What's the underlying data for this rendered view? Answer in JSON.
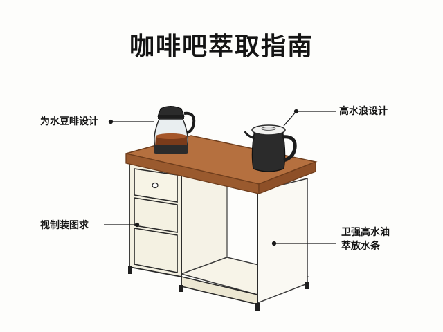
{
  "title": "咖啡吧萃取指南",
  "callouts": {
    "top_left": "为水豆啡设计",
    "top_right": "高水浪设计",
    "middle_left": "视制装图求",
    "middle_right_line1": "卫强高水油",
    "middle_right_line2": "萃放水条"
  },
  "colors": {
    "countertop": "#b5703f",
    "countertop_edge": "#8e5028",
    "cabinet": "#f3f0e1",
    "outline": "#2a2a2a",
    "kettle": "#2b2b2b",
    "coffee": "#7a3b1a"
  }
}
